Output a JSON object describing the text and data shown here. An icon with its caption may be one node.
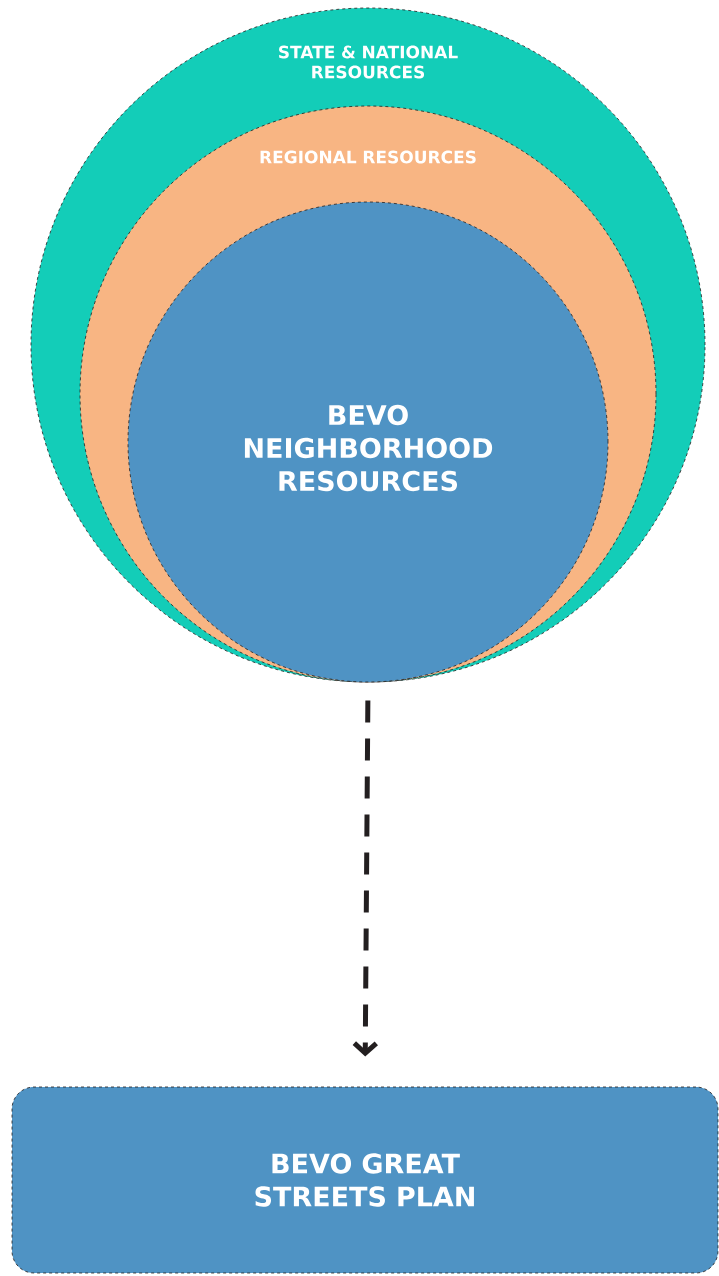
{
  "diagram": {
    "nodes": [
      {
        "text": [
          "STATE & NATIONAL RESOURCES"
        ]
      },
      {
        "text": [
          "REGIONAL RESOURCES"
        ],
        "in": 0
      },
      {
        "text": [
          "BEVO NEIGHBORHOOD RESOURCES"
        ],
        "in": 1
      },
      {
        "text": [
          "BEVO GREAT STREETS PLAN"
        ]
      }
    ],
    "edges": [
      {
        "from": 2,
        "to": 3,
        "arrow": "to",
        "style": "dashed"
      }
    ]
  }
}
